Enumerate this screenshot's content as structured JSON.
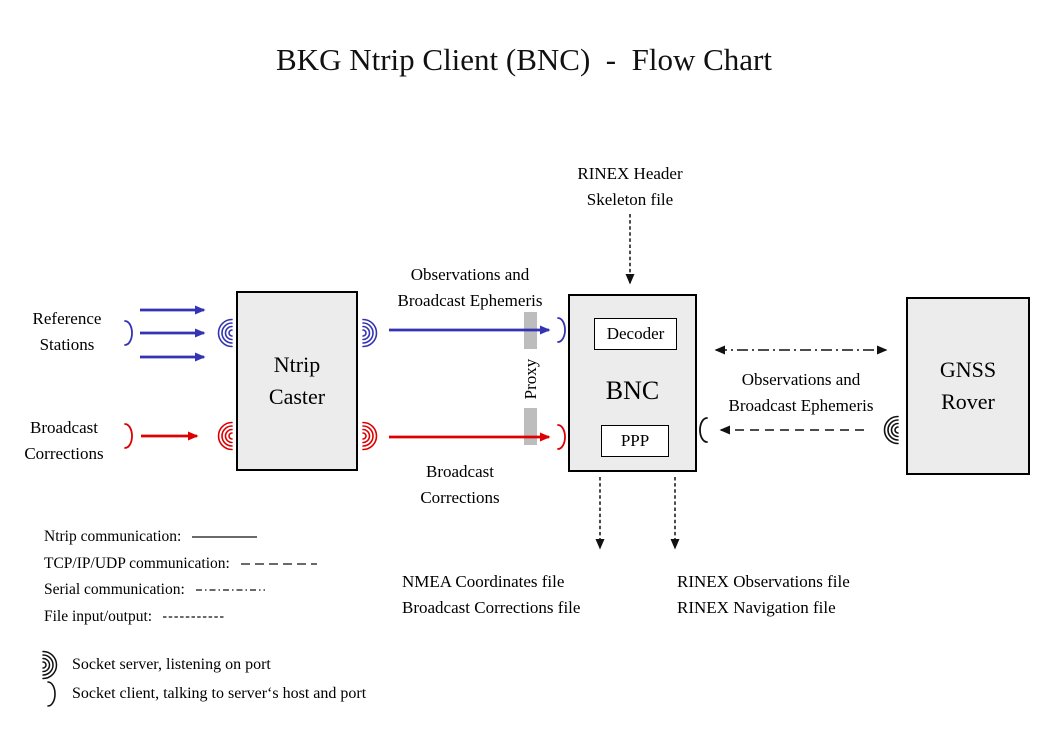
{
  "title": "BKG Ntrip Client (BNC)  -  Flow Chart",
  "colors": {
    "ntrip_blue": "#3333B3",
    "corrections_red": "#DD0000",
    "box_fill": "#ECECEC",
    "proxy_gray": "#BDBDBD",
    "line_black": "#111111"
  },
  "boxes": {
    "ntrip_caster": "Ntrip\nCaster",
    "bnc": "BNC",
    "decoder": "Decoder",
    "ppp": "PPP",
    "gnss_rover": "GNSS\nRover"
  },
  "labels": {
    "reference_stations": "Reference\nStations",
    "broadcast_corrections_left": "Broadcast\nCorrections",
    "observations_mid": "Observations and\nBroadcast Ephemeris",
    "proxy": "Proxy",
    "broadcast_corrections_mid": "Broadcast\nCorrections",
    "rinex_header": "RINEX Header\nSkeleton file",
    "observations_right": "Observations and\nBroadcast Ephemeris",
    "nmea_files": "NMEA Coordinates file\nBroadcast Corrections file",
    "rinex_files": "RINEX Observations file\nRINEX Navigation file"
  },
  "legend": {
    "ntrip": "Ntrip communication:",
    "tcp": "TCP/IP/UDP communication:",
    "serial": "Serial communication:",
    "file": "File input/output:"
  },
  "socket_legend": {
    "server": "Socket server, listening on port",
    "client": "Socket client, talking to server‘s host and port"
  }
}
